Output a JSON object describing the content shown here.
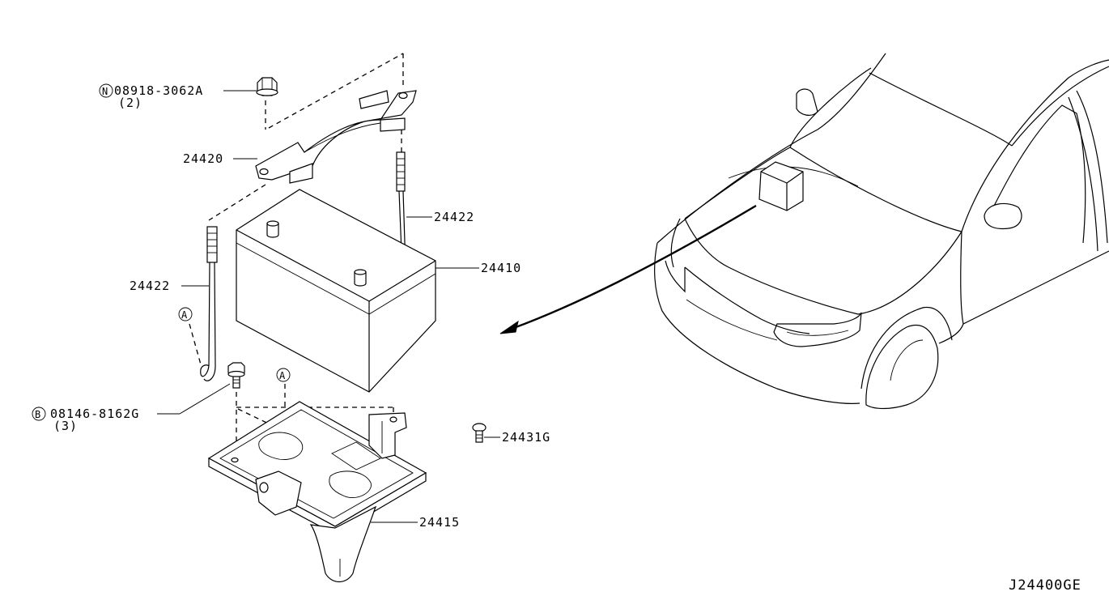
{
  "diagram_code": "J24400GE",
  "parts": {
    "nut": {
      "number": "08918-3062A",
      "qty": "(2)",
      "prefix": "N"
    },
    "bolt": {
      "number": "08146-8162G",
      "qty": "(3)",
      "prefix": "B"
    },
    "frame": {
      "number": "24420"
    },
    "rod_right": {
      "number": "24422"
    },
    "rod_left": {
      "number": "24422"
    },
    "battery": {
      "number": "24410"
    },
    "tray": {
      "number": "24415"
    },
    "clip": {
      "number": "24431G"
    }
  },
  "refs": {
    "a1": "A",
    "a2": "A"
  }
}
